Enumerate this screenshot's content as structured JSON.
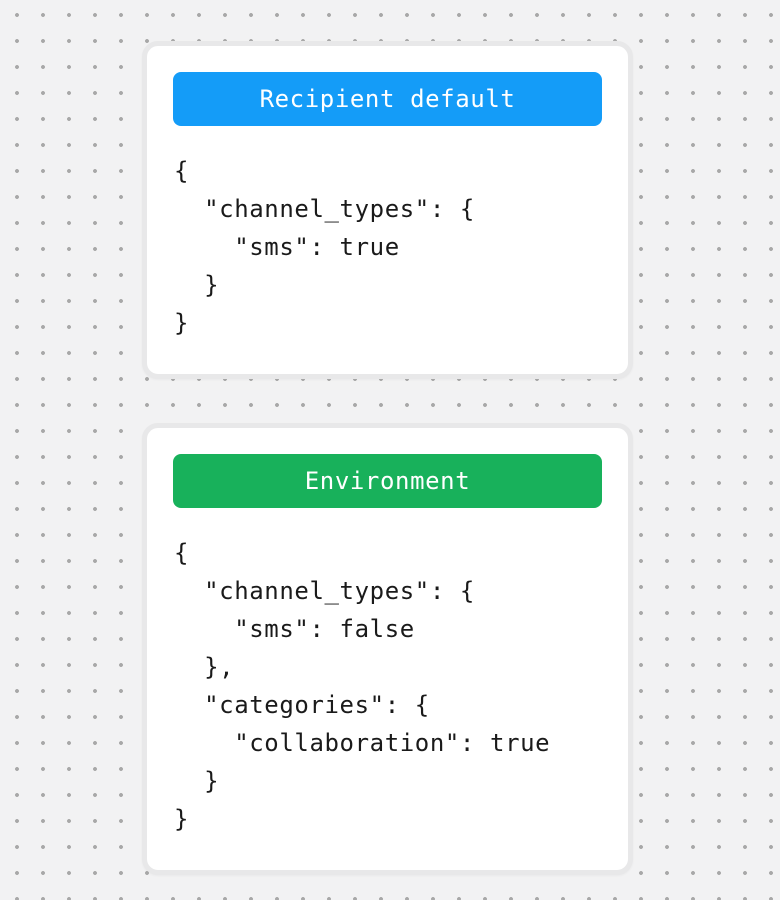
{
  "background": {
    "color": "#f2f2f3",
    "dot_color": "#a8a8a8"
  },
  "card_border_color": "#e8e8e9",
  "code_text_color": "#1a1a1a",
  "cards": [
    {
      "header": {
        "label": "Recipient default",
        "bg_color": "#149cf8",
        "text_color": "#ffffff"
      },
      "code": "{\n  \"channel_types\": {\n    \"sms\": true\n  }\n}"
    },
    {
      "header": {
        "label": "Environment",
        "bg_color": "#18b15b",
        "text_color": "#ffffff"
      },
      "code": "{\n  \"channel_types\": {\n    \"sms\": false\n  },\n  \"categories\": {\n    \"collaboration\": true\n  }\n}"
    }
  ]
}
